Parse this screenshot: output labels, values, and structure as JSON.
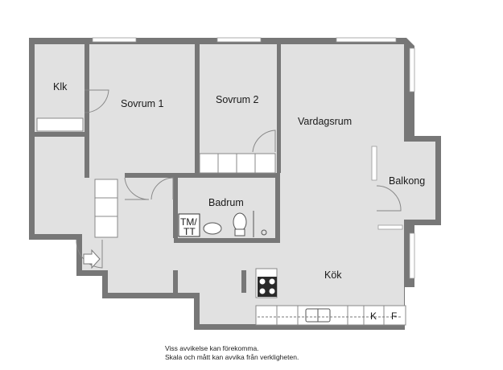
{
  "rooms": {
    "klk": "Klk",
    "sovrum1": "Sovrum 1",
    "sovrum2": "Sovrum 2",
    "vardagsrum": "Vardagsrum",
    "badrum": "Badrum",
    "balkong": "Balkong",
    "kok": "Kök"
  },
  "fixtures": {
    "washer_dryer_top": "TM/",
    "washer_dryer_bottom": "TT",
    "freezer": "F",
    "fridge": "K"
  },
  "notes": {
    "line1": "Viss avvikelse kan förekomma.",
    "line2": "Skala och mått kan avvika från verkligheten."
  },
  "colors": {
    "floor": "#e1e1e1",
    "wall": "#777777",
    "fixture": "#ffffff",
    "stove": "#2a2a2a"
  }
}
